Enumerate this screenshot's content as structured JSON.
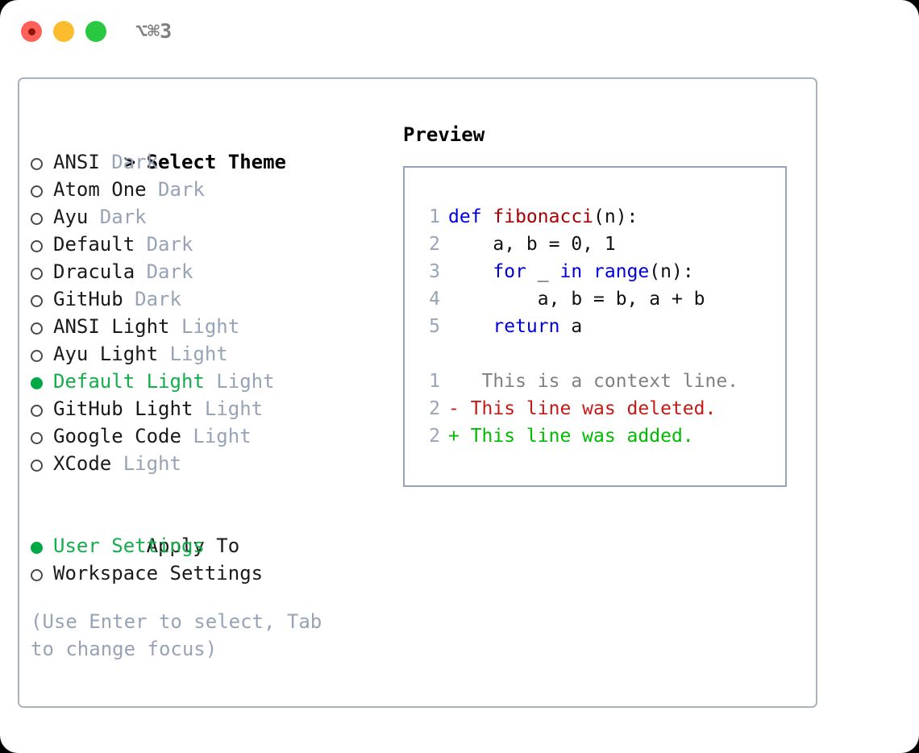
{
  "titlebar": {
    "shortcut": "⌥⌘3",
    "buttons": [
      {
        "name": "close",
        "color": "#ff6159"
      },
      {
        "name": "minimize",
        "color": "#fbbd2e"
      },
      {
        "name": "zoom",
        "color": "#28c840"
      }
    ]
  },
  "theme_picker": {
    "heading": "Select Theme",
    "heading_marker": ">",
    "items": [
      {
        "marker": "○",
        "name": "ANSI",
        "tag": "Dark",
        "selected": false
      },
      {
        "marker": "○",
        "name": "Atom One",
        "tag": "Dark",
        "selected": false
      },
      {
        "marker": "○",
        "name": "Ayu",
        "tag": "Dark",
        "selected": false
      },
      {
        "marker": "○",
        "name": "Default",
        "tag": "Dark",
        "selected": false
      },
      {
        "marker": "○",
        "name": "Dracula",
        "tag": "Dark",
        "selected": false
      },
      {
        "marker": "○",
        "name": "GitHub",
        "tag": "Dark",
        "selected": false
      },
      {
        "marker": "○",
        "name": "ANSI Light",
        "tag": "Light",
        "selected": false
      },
      {
        "marker": "○",
        "name": "Ayu Light",
        "tag": "Light",
        "selected": false
      },
      {
        "marker": "●",
        "name": "Default Light",
        "tag": "Light",
        "selected": true
      },
      {
        "marker": "○",
        "name": "GitHub Light",
        "tag": "Light",
        "selected": false
      },
      {
        "marker": "○",
        "name": "Google Code",
        "tag": "Light",
        "selected": false
      },
      {
        "marker": "○",
        "name": "XCode",
        "tag": "Light",
        "selected": false
      }
    ]
  },
  "apply_to": {
    "heading": "Apply To",
    "items": [
      {
        "marker": "●",
        "name": "User Settings",
        "selected": true
      },
      {
        "marker": "○",
        "name": "Workspace Settings",
        "selected": false
      }
    ]
  },
  "hint": "(Use Enter to select, Tab to change focus)",
  "preview": {
    "title": "Preview",
    "code_lines": [
      {
        "no": "1",
        "tokens": [
          {
            "t": "def ",
            "c": "kw"
          },
          {
            "t": "fibonacci",
            "c": "fn"
          },
          {
            "t": "(n):",
            "c": "plain"
          }
        ]
      },
      {
        "no": "2",
        "tokens": [
          {
            "t": "    a, b = 0, 1",
            "c": "plain"
          }
        ]
      },
      {
        "no": "3",
        "tokens": [
          {
            "t": "    ",
            "c": "plain"
          },
          {
            "t": "for",
            "c": "kw"
          },
          {
            "t": " _ ",
            "c": "plain"
          },
          {
            "t": "in",
            "c": "kw"
          },
          {
            "t": " ",
            "c": "plain"
          },
          {
            "t": "range",
            "c": "kw"
          },
          {
            "t": "(n):",
            "c": "plain"
          }
        ]
      },
      {
        "no": "4",
        "tokens": [
          {
            "t": "        a, b = b, a + b",
            "c": "plain"
          }
        ]
      },
      {
        "no": "5",
        "tokens": [
          {
            "t": "    ",
            "c": "plain"
          },
          {
            "t": "return",
            "c": "kw"
          },
          {
            "t": " a",
            "c": "plain"
          }
        ]
      }
    ],
    "diff_lines": [
      {
        "no": "1",
        "sign": " ",
        "text": "  This is a context line.",
        "kind": "ctx"
      },
      {
        "no": "2",
        "sign": "-",
        "text": " This line was deleted.",
        "kind": "del"
      },
      {
        "no": "2",
        "sign": "+",
        "text": " This line was added.",
        "kind": "add"
      }
    ]
  },
  "colors": {
    "accent_green": "#14ad4c",
    "selected_dot": "#00a846",
    "muted": "#97a3b6",
    "keyword_blue": "#0000dd",
    "function_red": "#aa0000",
    "diff_delete": "#c41a16",
    "diff_add": "#00bb00",
    "context_gray": "#808080",
    "border": "#aab2c0"
  }
}
